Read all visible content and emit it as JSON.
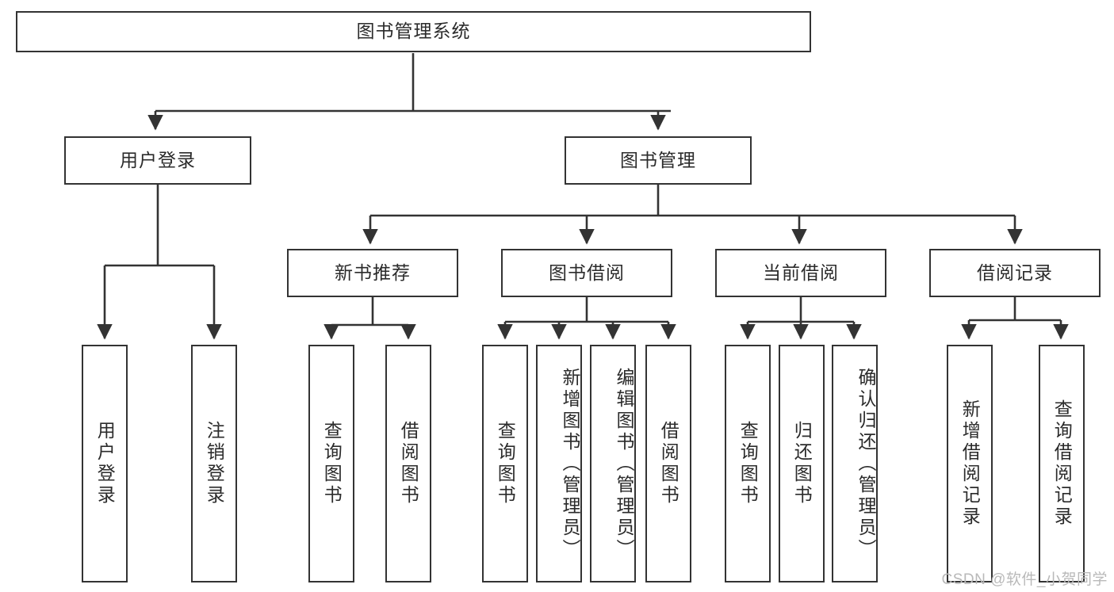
{
  "diagram": {
    "title": "图书管理系统",
    "type": "tree-hierarchy",
    "watermark": "CSDN @软件_小贺同学",
    "nodes": {
      "root": {
        "label": "图书管理系统",
        "level": 1
      },
      "user_login": {
        "label": "用户登录",
        "level": 2
      },
      "book_manage": {
        "label": "图书管理",
        "level": 2
      },
      "new_book_rec": {
        "label": "新书推荐",
        "level": 3
      },
      "book_borrow": {
        "label": "图书借阅",
        "level": 3
      },
      "current_borrow": {
        "label": "当前借阅",
        "level": 3
      },
      "borrow_record": {
        "label": "借阅记录",
        "level": 3
      },
      "leaf_user_login": {
        "label": "用户登录",
        "level": 4
      },
      "leaf_logout": {
        "label": "注销登录",
        "level": 4
      },
      "leaf_query_1": {
        "label": "查询图书",
        "level": 4
      },
      "leaf_borrow_1": {
        "label": "借阅图书",
        "level": 4
      },
      "leaf_query_2": {
        "label": "查询图书",
        "level": 4
      },
      "leaf_add_book": {
        "label": "新增图书（管理员）",
        "level": 4
      },
      "leaf_edit_book": {
        "label": "编辑图书（管理员）",
        "level": 4
      },
      "leaf_borrow_2": {
        "label": "借阅图书",
        "level": 4
      },
      "leaf_query_3": {
        "label": "查询图书",
        "level": 4
      },
      "leaf_return": {
        "label": "归还图书",
        "level": 4
      },
      "leaf_confirm": {
        "label": "确认归还（管理员）",
        "level": 4
      },
      "leaf_add_rec": {
        "label": "新增借阅记录",
        "level": 4
      },
      "leaf_query_rec": {
        "label": "查询借阅记录",
        "level": 4
      }
    },
    "edges": [
      {
        "from": "root",
        "to": "user_login"
      },
      {
        "from": "root",
        "to": "book_manage"
      },
      {
        "from": "user_login",
        "to": "leaf_user_login"
      },
      {
        "from": "user_login",
        "to": "leaf_logout"
      },
      {
        "from": "book_manage",
        "to": "new_book_rec"
      },
      {
        "from": "book_manage",
        "to": "book_borrow"
      },
      {
        "from": "book_manage",
        "to": "current_borrow"
      },
      {
        "from": "book_manage",
        "to": "borrow_record"
      },
      {
        "from": "new_book_rec",
        "to": "leaf_query_1"
      },
      {
        "from": "new_book_rec",
        "to": "leaf_borrow_1"
      },
      {
        "from": "book_borrow",
        "to": "leaf_query_2"
      },
      {
        "from": "book_borrow",
        "to": "leaf_add_book"
      },
      {
        "from": "book_borrow",
        "to": "leaf_edit_book"
      },
      {
        "from": "book_borrow",
        "to": "leaf_borrow_2"
      },
      {
        "from": "current_borrow",
        "to": "leaf_query_3"
      },
      {
        "from": "current_borrow",
        "to": "leaf_return"
      },
      {
        "from": "current_borrow",
        "to": "leaf_confirm"
      },
      {
        "from": "borrow_record",
        "to": "leaf_add_rec"
      },
      {
        "from": "borrow_record",
        "to": "leaf_query_rec"
      }
    ],
    "colors": {
      "stroke": "#333333",
      "fill": "#ffffff",
      "text": "#2b2b2b",
      "watermark": "#b9b9b9"
    }
  }
}
